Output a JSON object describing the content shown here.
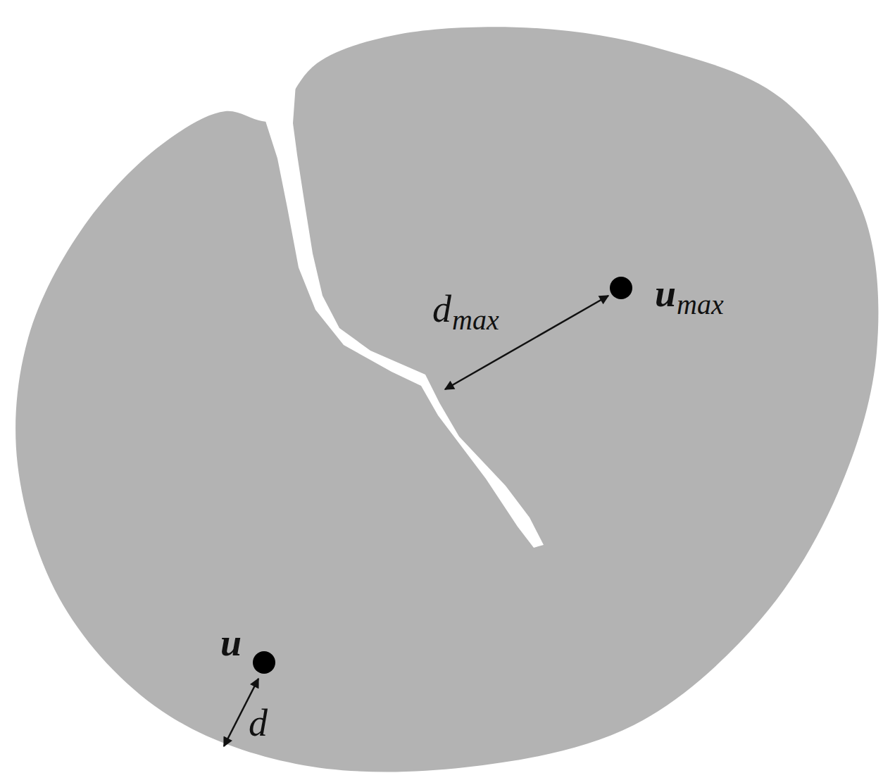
{
  "diagram": {
    "labels": [
      "d",
      "max",
      "u",
      "max",
      "u",
      "d"
    ]
  }
}
